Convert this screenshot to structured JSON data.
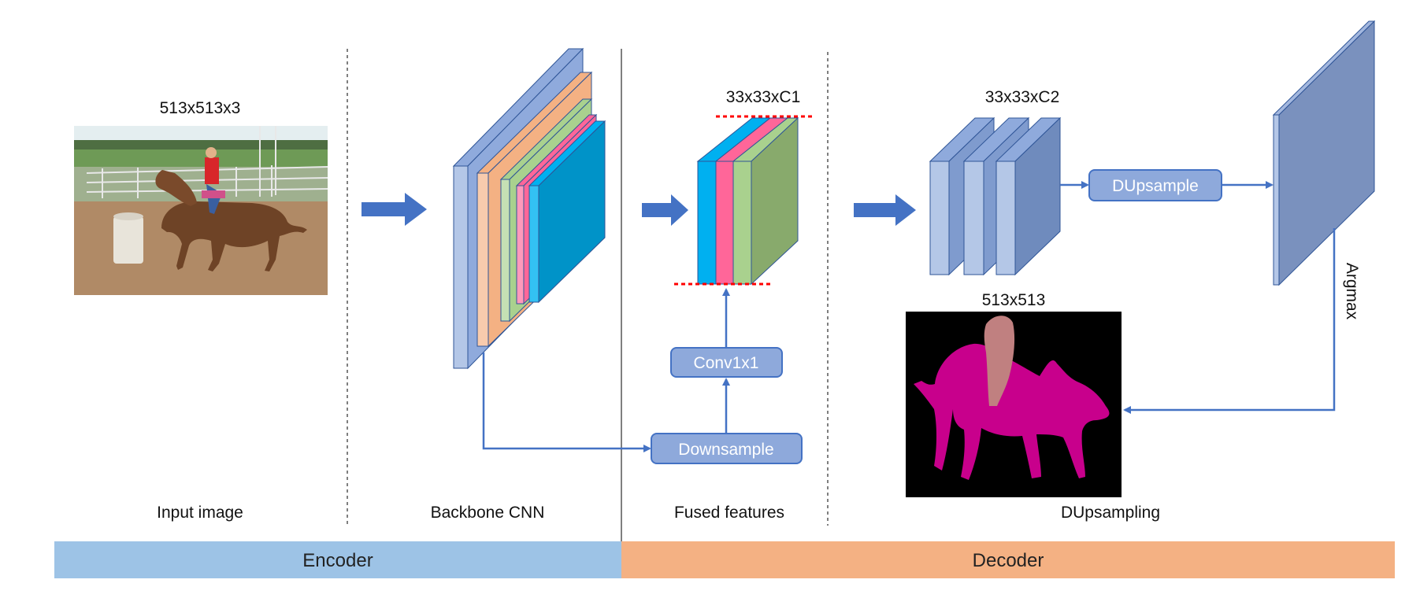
{
  "labels": {
    "input_dim": "513x513x3",
    "fused_dim": "33x33xC1",
    "decoder_dim": "33x33xC2",
    "output_dim": "513x513",
    "argmax": "Argmax"
  },
  "stages": {
    "input": "Input image",
    "backbone": "Backbone CNN",
    "fused": "Fused features",
    "dupsampling": "DUpsampling"
  },
  "boxes": {
    "conv": "Conv1x1",
    "downsample": "Downsample",
    "dupsample": "DUpsample"
  },
  "bands": {
    "encoder": "Encoder",
    "decoder": "Decoder"
  },
  "images": {
    "input": "horse-and-rider-photo",
    "output": "segmentation-mask"
  },
  "colors": {
    "arrow": "#4472C4",
    "box_fill": "#8EA9DB",
    "encoder_band": "#9DC3E6",
    "decoder_band": "#F4B183",
    "layer_blue": "#8FAADC",
    "layer_orange": "#F4B183",
    "layer_green": "#A9D18E",
    "layer_pink": "#FF6699",
    "layer_cyan": "#00B0F0",
    "mask_horse": "#C8008C",
    "mask_rider": "#C08080",
    "cut_line": "#FF0000"
  }
}
